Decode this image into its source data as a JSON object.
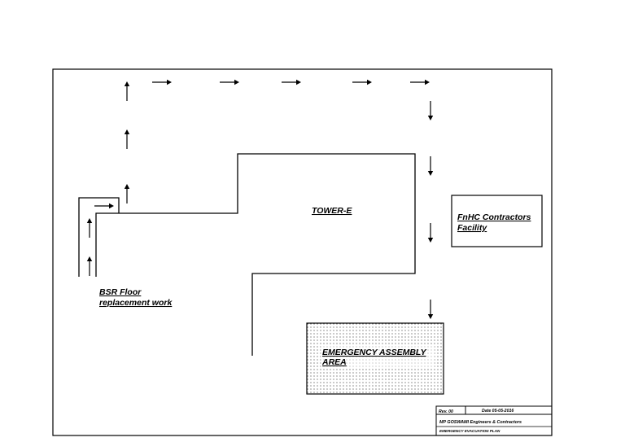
{
  "labels": {
    "tower": "TOWER-E",
    "facility_line1": "FnHC Contractors",
    "facility_line2": "Facility",
    "bsr_line1": "BSR Floor",
    "bsr_line2": "replacement work",
    "assembly_line1": "EMERGENCY ASSEMBLY",
    "assembly_line2": "AREA"
  },
  "title_block": {
    "rev": "Rev. 00",
    "date": "Date 05-05-2016",
    "company": "MP GOSWAMI Engineers & Contractors",
    "plan_title": "EMERGENCY EVACUATION PLAN"
  },
  "arrows": [
    {
      "id": "arrow-up-1",
      "dir": "up"
    },
    {
      "id": "arrow-up-2",
      "dir": "up"
    },
    {
      "id": "arrow-up-3",
      "dir": "up"
    },
    {
      "id": "arrow-right-1",
      "dir": "right"
    },
    {
      "id": "arrow-right-2",
      "dir": "right"
    },
    {
      "id": "arrow-right-3",
      "dir": "right"
    },
    {
      "id": "arrow-right-4",
      "dir": "right"
    },
    {
      "id": "arrow-right-5",
      "dir": "right"
    },
    {
      "id": "arrow-down-1",
      "dir": "down"
    },
    {
      "id": "arrow-down-2",
      "dir": "down"
    },
    {
      "id": "arrow-down-3",
      "dir": "down"
    },
    {
      "id": "arrow-down-4",
      "dir": "down"
    },
    {
      "id": "arrow-up-bsr-1",
      "dir": "up"
    },
    {
      "id": "arrow-up-bsr-2",
      "dir": "up"
    },
    {
      "id": "arrow-right-bsr",
      "dir": "right"
    }
  ]
}
